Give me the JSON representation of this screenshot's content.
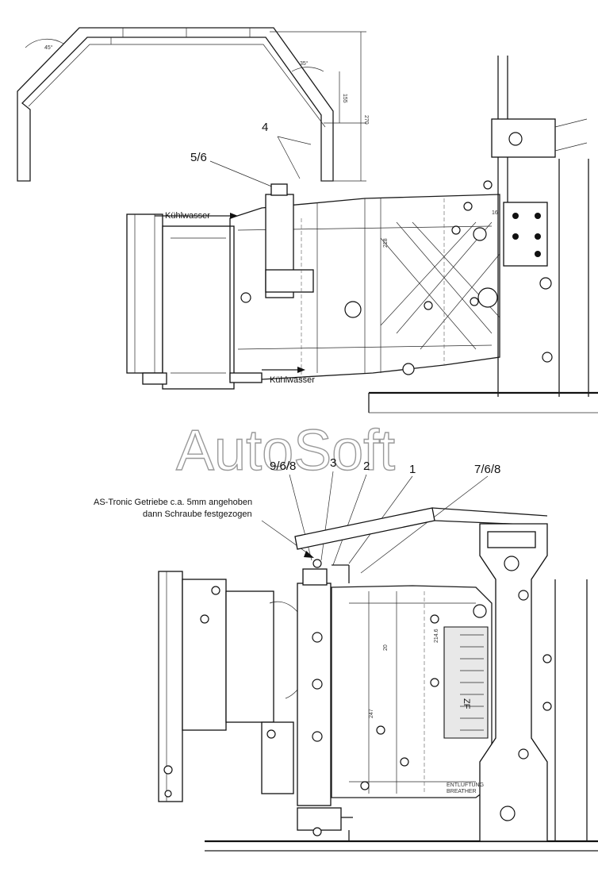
{
  "top_view": {
    "bracket_dims": {
      "angle_left": "45°",
      "angle_right": "35°",
      "height_inner": "155",
      "height_outer": "270"
    },
    "callouts": {
      "part_4": "4",
      "part_5_6": "5/6"
    },
    "labels": {
      "coolant_in": "Kühlwasser",
      "coolant_out": "Kühlwasser"
    },
    "dims": {
      "d1": "218",
      "d2": "16"
    }
  },
  "watermark": "AutoSoft",
  "bottom_view": {
    "callouts": {
      "part_9_6_8": "9/6/8",
      "part_3": "3",
      "part_2": "2",
      "part_1": "1",
      "part_7_6_8": "7/6/8"
    },
    "note_line1": "AS-Tronic Getriebe c.a. 5mm angehoben",
    "note_line2": "dann Schraube festgezogen",
    "case_text": "ZF",
    "breather_de": "ENTLÜFTUNG",
    "breather_en": "BREATHER",
    "dims": {
      "d1": "247",
      "d2": "214.6",
      "d3": "20"
    }
  }
}
